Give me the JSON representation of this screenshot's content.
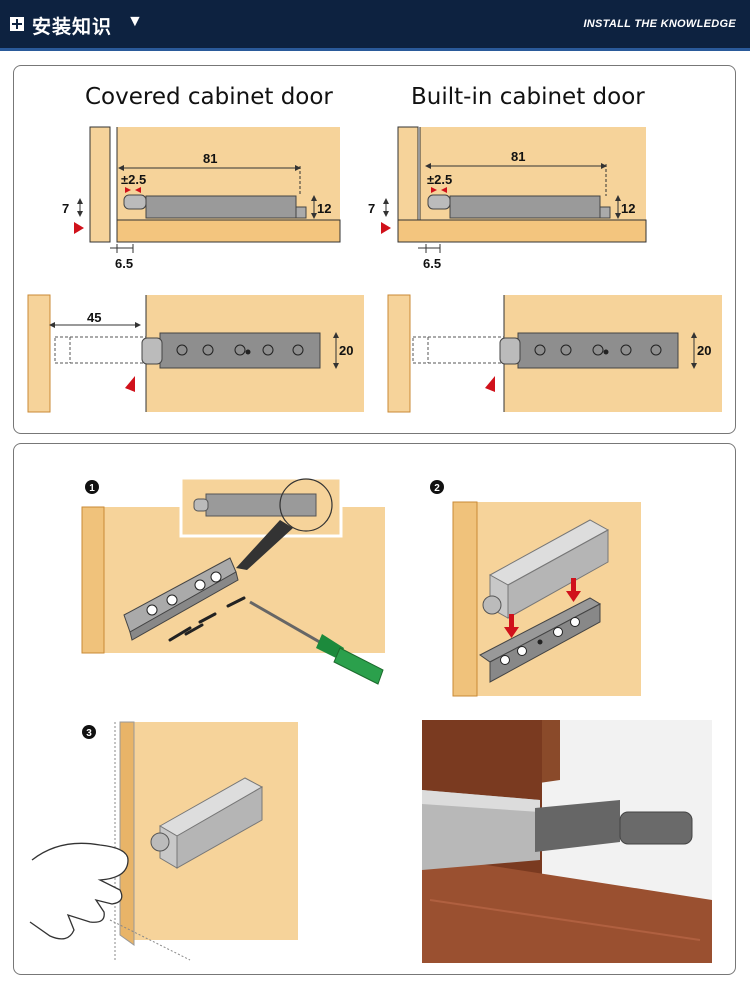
{
  "header": {
    "title": "安装知识",
    "subtitle": "INSTALL THE KNOWLEDGE"
  },
  "diagrams": {
    "covered": {
      "title": "Covered cabinet door",
      "dims": {
        "length": "81",
        "gap": "±2.5",
        "height_left": "7",
        "height_right": "12",
        "offset": "6.5",
        "door_distance": "45",
        "width": "20"
      }
    },
    "builtin": {
      "title": "Built-in cabinet door",
      "dims": {
        "length": "81",
        "gap": "±2.5",
        "height_left": "7",
        "height_right": "12",
        "offset": "6.5",
        "width": "20"
      }
    }
  },
  "steps": [
    {
      "number": "1"
    },
    {
      "number": "2"
    },
    {
      "number": "3"
    }
  ],
  "colors": {
    "wood": "#f6d39a",
    "wood_edge": "#c98a36",
    "header": "#0d2240",
    "accent_red": "#d0111b",
    "metal": "#9a9a9a"
  }
}
